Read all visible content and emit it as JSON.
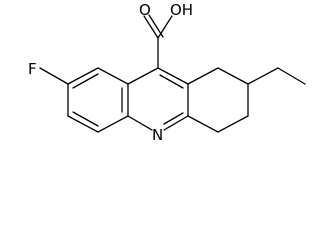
{
  "molecule": {
    "atoms": {
      "carboxyl_oxygen": "O",
      "hydroxyl": "OH",
      "fluorine": "F",
      "ring_nitrogen": "N"
    },
    "colors": {
      "bond": "#000000",
      "label": "#000000",
      "background": "#ffffff"
    }
  }
}
